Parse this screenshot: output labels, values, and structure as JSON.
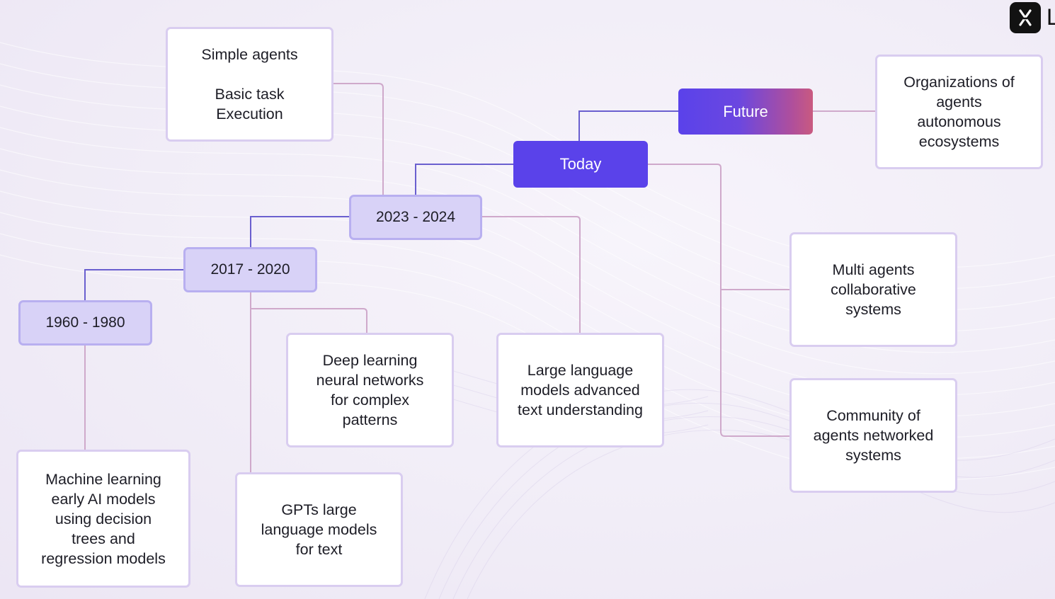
{
  "nodes": {
    "simple_agents": {
      "lines": [
        "Simple agents",
        "",
        "Basic task",
        "Execution"
      ]
    },
    "period_2023_2024": {
      "label": "2023 - 2024"
    },
    "period_2017_2020": {
      "label": "2017 - 2020"
    },
    "period_1960_1980": {
      "label": "1960 - 1980"
    },
    "today": {
      "label": "Today"
    },
    "future": {
      "label": "Future"
    },
    "organizations": {
      "lines": [
        "Organizations of",
        "agents",
        "autonomous",
        "ecosystems"
      ]
    },
    "multi_agents": {
      "lines": [
        "Multi agents",
        "collaborative",
        "systems"
      ]
    },
    "community": {
      "lines": [
        "Community of",
        "agents networked",
        "systems"
      ]
    },
    "deep_learning": {
      "lines": [
        "Deep learning",
        "neural networks",
        "for complex",
        "patterns"
      ]
    },
    "llm": {
      "lines": [
        "Large language",
        "models advanced",
        "text understanding"
      ]
    },
    "machine_learning": {
      "lines": [
        "Machine learning",
        "early AI models",
        "using decision",
        "trees and",
        "regression models"
      ]
    },
    "gpts": {
      "lines": [
        "GPTs large",
        "language models",
        "for text"
      ]
    }
  },
  "brand": {
    "logo_icon": "brand-logo-icon",
    "partial_letter": "L"
  },
  "colors": {
    "period_fill": "#d8d2f7",
    "period_border": "#b8aff0",
    "today_fill": "#5a42ea",
    "future_gradient_start": "#5a42ea",
    "future_gradient_end": "#c95a80",
    "connector_purple": "#6a5fcf",
    "connector_pink": "#cfa9cb",
    "card_border": "#d9cdf0"
  }
}
